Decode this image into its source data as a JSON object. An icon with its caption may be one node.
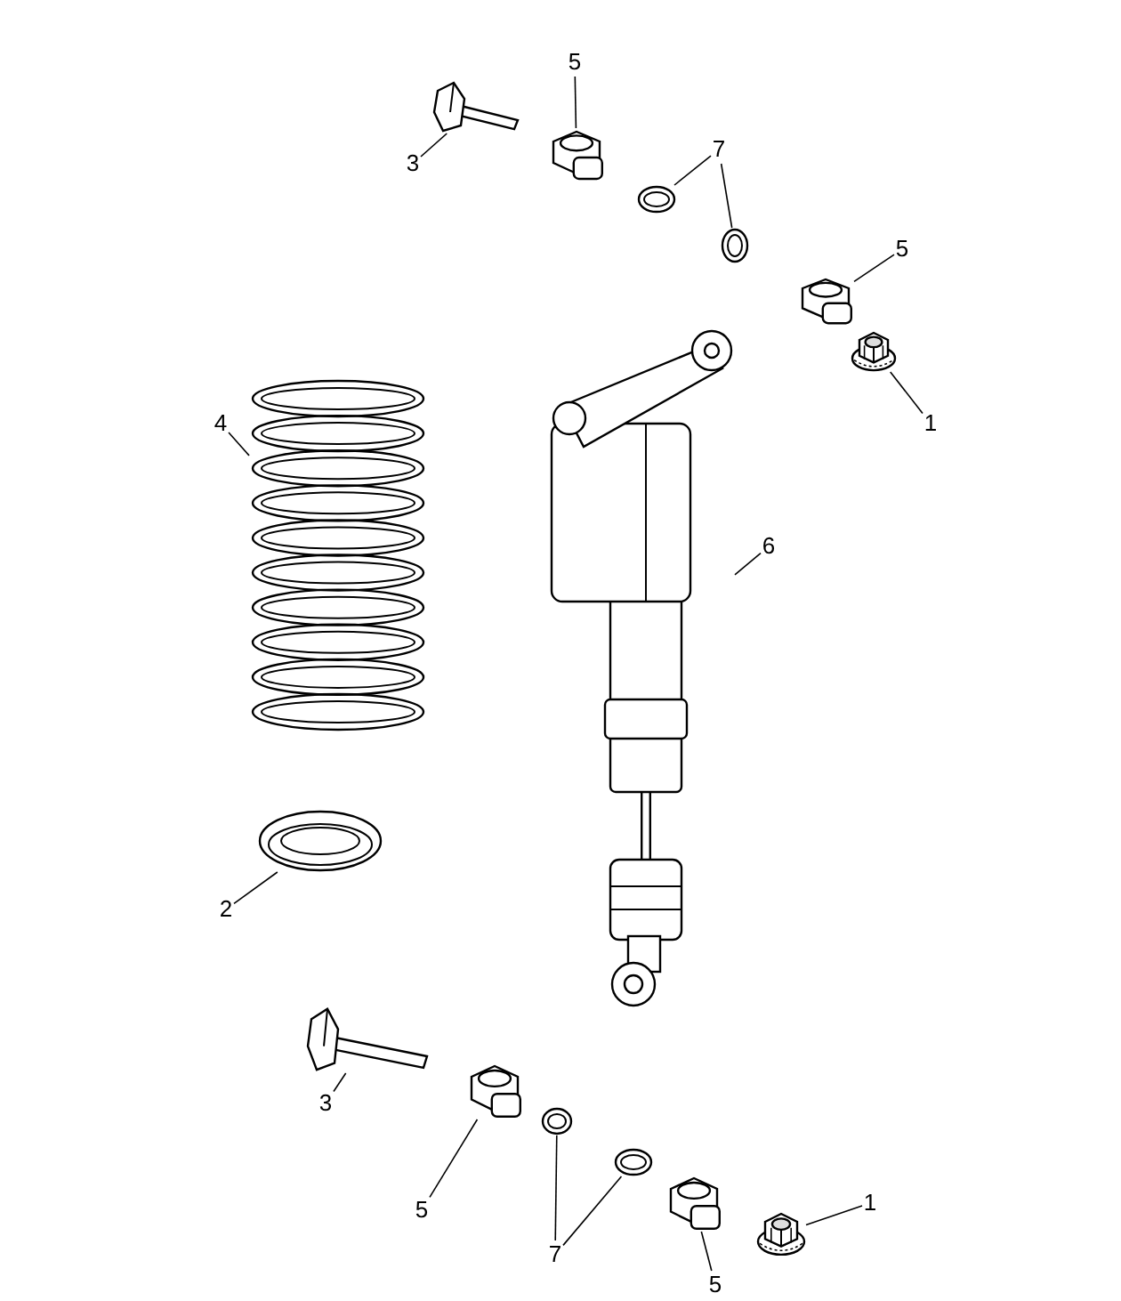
{
  "diagram": {
    "nodes": [
      {
        "text": [
          "3"
        ]
      },
      {
        "text": [],
        "shape": "picture"
      },
      {
        "text": [
          "5"
        ]
      },
      {
        "text": [],
        "shape": "picture"
      },
      {
        "text": [
          "7"
        ]
      },
      {
        "text": [],
        "shape": "picture"
      },
      {
        "text": [],
        "shape": "picture"
      },
      {
        "text": [
          "5"
        ]
      },
      {
        "text": [],
        "shape": "picture"
      },
      {
        "text": [
          "1"
        ]
      },
      {
        "text": [],
        "shape": "picture"
      },
      {
        "text": [
          "4"
        ]
      },
      {
        "text": [],
        "shape": "picture"
      },
      {
        "text": [
          "6"
        ]
      },
      {
        "text": [],
        "shape": "picture"
      },
      {
        "text": [
          "2"
        ]
      },
      {
        "text": [],
        "shape": "picture"
      },
      {
        "text": [
          "3"
        ]
      },
      {
        "text": [],
        "shape": "picture"
      },
      {
        "text": [
          "5"
        ]
      },
      {
        "text": [],
        "shape": "picture"
      },
      {
        "text": [
          "7"
        ]
      },
      {
        "text": [],
        "shape": "picture"
      },
      {
        "text": [],
        "shape": "picture"
      },
      {
        "text": [
          "5"
        ]
      },
      {
        "text": [],
        "shape": "picture"
      },
      {
        "text": [
          "1"
        ]
      },
      {
        "text": [],
        "shape": "picture"
      }
    ],
    "edges": [
      {
        "from": 0,
        "to": 1,
        "arrow": "none"
      },
      {
        "from": 2,
        "to": 3,
        "arrow": "none"
      },
      {
        "from": 4,
        "to": 5,
        "arrow": "none"
      },
      {
        "from": 4,
        "to": 6,
        "arrow": "none"
      },
      {
        "from": 7,
        "to": 8,
        "arrow": "none"
      },
      {
        "from": 9,
        "to": 10,
        "arrow": "none"
      },
      {
        "from": 11,
        "to": 12,
        "arrow": "none"
      },
      {
        "from": 13,
        "to": 14,
        "arrow": "none"
      },
      {
        "from": 15,
        "to": 16,
        "arrow": "none"
      },
      {
        "from": 17,
        "to": 18,
        "arrow": "none"
      },
      {
        "from": 19,
        "to": 20,
        "arrow": "none"
      },
      {
        "from": 21,
        "to": 22,
        "arrow": "none"
      },
      {
        "from": 21,
        "to": 23,
        "arrow": "none"
      },
      {
        "from": 24,
        "to": 25,
        "arrow": "none"
      },
      {
        "from": 26,
        "to": 27,
        "arrow": "none"
      }
    ]
  }
}
